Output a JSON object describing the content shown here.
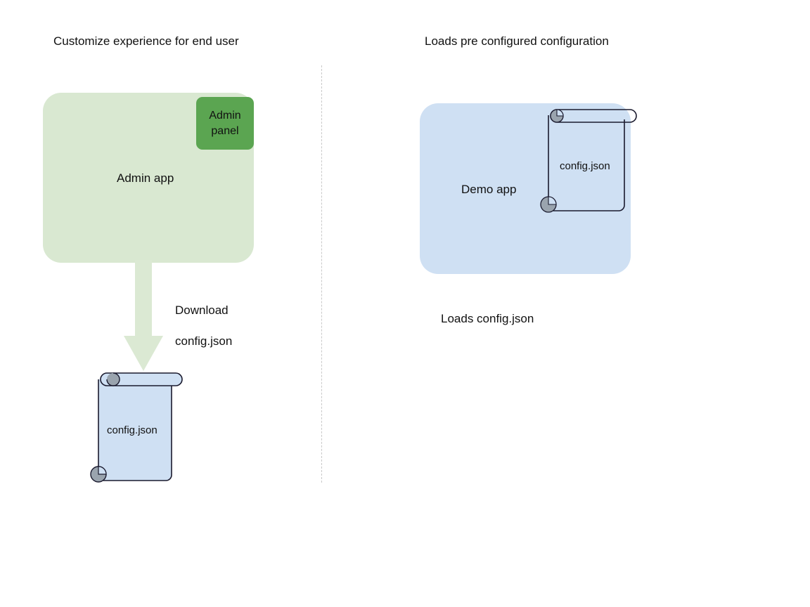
{
  "diagram": {
    "background_color": "#ffffff",
    "titles": {
      "left": "Customize experience for end user",
      "right": "Loads pre configured configuration"
    },
    "divider": {
      "style": "dotted-vertical",
      "color": "#c9c9c9"
    },
    "left_flow": {
      "app_box": {
        "label": "Admin app",
        "fill": "#d9e8d1"
      },
      "panel_box": {
        "label": "Admin panel",
        "label_line1": "Admin",
        "label_line2": "panel",
        "fill": "#5ba551"
      },
      "arrow": {
        "label": "Download\nconfig.json",
        "label_line1": "Download",
        "label_line2": "config.json",
        "direction": "down",
        "fill": "#dbe9d3"
      },
      "document": {
        "label": "config.json",
        "fill": "#cfe0f3",
        "stroke": "#1a1a2e",
        "roll_fill": "#9aa4ae"
      }
    },
    "right_flow": {
      "app_box": {
        "label": "Demo app",
        "fill": "#cfe0f3"
      },
      "document": {
        "label": "config.json",
        "fill": "transparent",
        "stroke": "#1a1a2e",
        "roll_fill": "#9aa4ae"
      },
      "caption": "Loads config.json"
    }
  }
}
